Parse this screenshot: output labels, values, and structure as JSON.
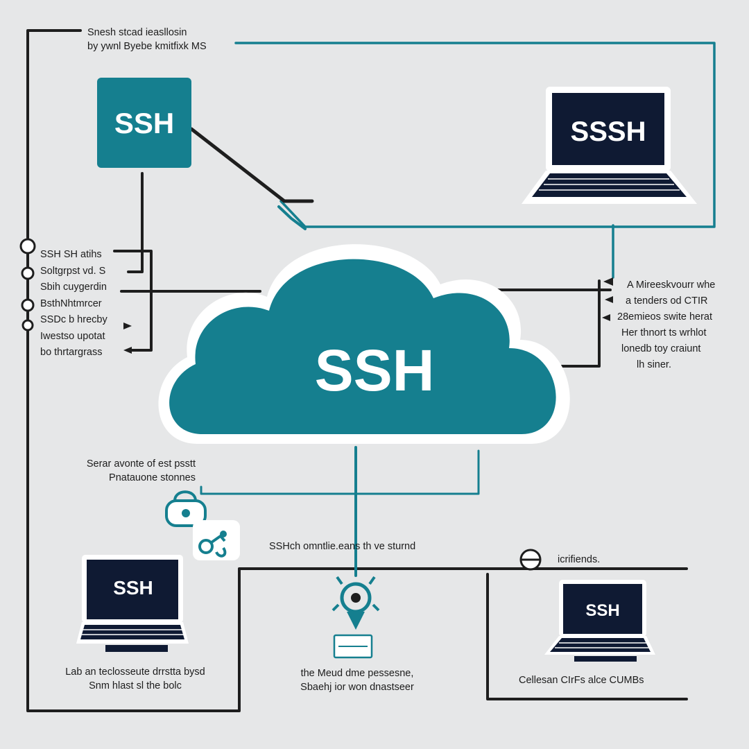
{
  "colors": {
    "background": "#e6e7e8",
    "teal": "#157f8f",
    "line_dark": "#1e1e1e",
    "screen": "#0f1a33"
  },
  "nodes": {
    "top_left_box": {
      "label": "SSH",
      "icon": "ssh-box"
    },
    "top_right_laptop": {
      "label": "SSSH",
      "icon": "laptop-icon"
    },
    "cloud": {
      "label": "SSH",
      "icon": "cloud-icon"
    },
    "bottom_left_laptop": {
      "label": "SSH",
      "icon": "laptop-icon"
    },
    "bottom_right_laptop": {
      "label": "SSH",
      "icon": "laptop-icon"
    }
  },
  "labels": {
    "top": [
      "Snesh stcad ieasllosin",
      "by ywnl Byebe kmitfixk MS"
    ],
    "left": [
      "SSH SH atihs",
      "Soltgrpst vd. S",
      "Sbih cuygerdin",
      "BsthNhtmrcer",
      "SSDc b hrecby",
      "Iwestso upotat",
      "bo thrtargrass"
    ],
    "right": [
      "A Mireeskvourr whe",
      "a tenders od CTIR",
      "28emieos swite herat",
      "Her thnort ts wrhlot",
      "lonedb toy craiunt",
      "lh siner."
    ],
    "middle_left": [
      "Serar avonte of est psstt",
      "Pnatauone stonnes"
    ],
    "middle_center": "SSHch omntlie.eans th ve sturnd",
    "bottom_right_tag": "icrifiends.",
    "bottom_left_caption": [
      "Lab an teclosseute drrstta bysd",
      "Snm hlast sl the bolc"
    ],
    "bottom_center_caption": [
      "the Meud dme pessesne,",
      "Sbaehj ior won dnastseer"
    ],
    "bottom_right_caption": "Cellesan CIrFs alce CUMBs"
  }
}
